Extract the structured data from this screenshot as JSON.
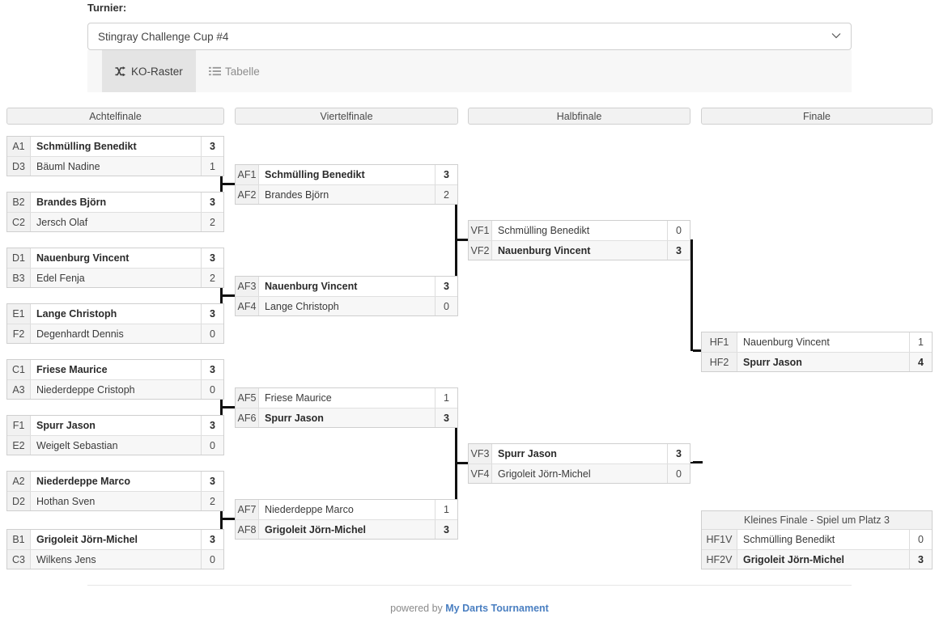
{
  "header": {
    "label": "Turnier:",
    "selected_tournament": "Stingray Challenge Cup #4",
    "caret": "⌄"
  },
  "tabs": [
    {
      "label": "KO-Raster",
      "icon": "shuffle-icon",
      "active": true
    },
    {
      "label": "Tabelle",
      "icon": "list-icon",
      "active": false
    }
  ],
  "rounds": [
    {
      "key": "r16",
      "title": "Achtelfinale"
    },
    {
      "key": "qf",
      "title": "Viertelfinale"
    },
    {
      "key": "sf",
      "title": "Halbfinale"
    },
    {
      "key": "final",
      "title": "Finale"
    }
  ],
  "third_place_caption": "Kleines Finale - Spiel um Platz 3",
  "matches": {
    "r16": [
      {
        "p1": {
          "seed": "A1",
          "name": "Schmülling Benedikt",
          "score": "3",
          "winner": true
        },
        "p2": {
          "seed": "D3",
          "name": "Bäuml Nadine",
          "score": "1",
          "winner": false
        }
      },
      {
        "p1": {
          "seed": "B2",
          "name": "Brandes Björn",
          "score": "3",
          "winner": true
        },
        "p2": {
          "seed": "C2",
          "name": "Jersch Olaf",
          "score": "2",
          "winner": false
        }
      },
      {
        "p1": {
          "seed": "D1",
          "name": "Nauenburg Vincent",
          "score": "3",
          "winner": true
        },
        "p2": {
          "seed": "B3",
          "name": "Edel Fenja",
          "score": "2",
          "winner": false
        }
      },
      {
        "p1": {
          "seed": "E1",
          "name": "Lange Christoph",
          "score": "3",
          "winner": true
        },
        "p2": {
          "seed": "F2",
          "name": "Degenhardt Dennis",
          "score": "0",
          "winner": false
        }
      },
      {
        "p1": {
          "seed": "C1",
          "name": "Friese Maurice",
          "score": "3",
          "winner": true
        },
        "p2": {
          "seed": "A3",
          "name": "Niederdeppe Cristoph",
          "score": "0",
          "winner": false
        }
      },
      {
        "p1": {
          "seed": "F1",
          "name": "Spurr Jason",
          "score": "3",
          "winner": true
        },
        "p2": {
          "seed": "E2",
          "name": "Weigelt Sebastian",
          "score": "0",
          "winner": false
        }
      },
      {
        "p1": {
          "seed": "A2",
          "name": "Niederdeppe Marco",
          "score": "3",
          "winner": true
        },
        "p2": {
          "seed": "D2",
          "name": "Hothan Sven",
          "score": "2",
          "winner": false
        }
      },
      {
        "p1": {
          "seed": "B1",
          "name": "Grigoleit Jörn-Michel",
          "score": "3",
          "winner": true
        },
        "p2": {
          "seed": "C3",
          "name": "Wilkens Jens",
          "score": "0",
          "winner": false
        }
      }
    ],
    "qf": [
      {
        "p1": {
          "seed": "AF1",
          "name": "Schmülling Benedikt",
          "score": "3",
          "winner": true
        },
        "p2": {
          "seed": "AF2",
          "name": "Brandes Björn",
          "score": "2",
          "winner": false
        }
      },
      {
        "p1": {
          "seed": "AF3",
          "name": "Nauenburg Vincent",
          "score": "3",
          "winner": true
        },
        "p2": {
          "seed": "AF4",
          "name": "Lange Christoph",
          "score": "0",
          "winner": false
        }
      },
      {
        "p1": {
          "seed": "AF5",
          "name": "Friese Maurice",
          "score": "1",
          "winner": false
        },
        "p2": {
          "seed": "AF6",
          "name": "Spurr Jason",
          "score": "3",
          "winner": true
        }
      },
      {
        "p1": {
          "seed": "AF7",
          "name": "Niederdeppe Marco",
          "score": "1",
          "winner": false
        },
        "p2": {
          "seed": "AF8",
          "name": "Grigoleit Jörn-Michel",
          "score": "3",
          "winner": true
        }
      }
    ],
    "sf": [
      {
        "p1": {
          "seed": "VF1",
          "name": "Schmülling Benedikt",
          "score": "0",
          "winner": false
        },
        "p2": {
          "seed": "VF2",
          "name": "Nauenburg Vincent",
          "score": "3",
          "winner": true
        }
      },
      {
        "p1": {
          "seed": "VF3",
          "name": "Spurr Jason",
          "score": "3",
          "winner": true
        },
        "p2": {
          "seed": "VF4",
          "name": "Grigoleit Jörn-Michel",
          "score": "0",
          "winner": false
        }
      }
    ],
    "final": [
      {
        "p1": {
          "seed": "HF1",
          "name": "Nauenburg Vincent",
          "score": "1",
          "winner": false
        },
        "p2": {
          "seed": "HF2",
          "name": "Spurr Jason",
          "score": "4",
          "winner": true
        }
      }
    ],
    "third": [
      {
        "p1": {
          "seed": "HF1V",
          "name": "Schmülling Benedikt",
          "score": "0",
          "winner": false
        },
        "p2": {
          "seed": "HF2V",
          "name": "Grigoleit Jörn-Michel",
          "score": "3",
          "winner": true
        }
      }
    ]
  },
  "footer": {
    "prefix": "powered by ",
    "brand": "My Darts Tournament"
  }
}
